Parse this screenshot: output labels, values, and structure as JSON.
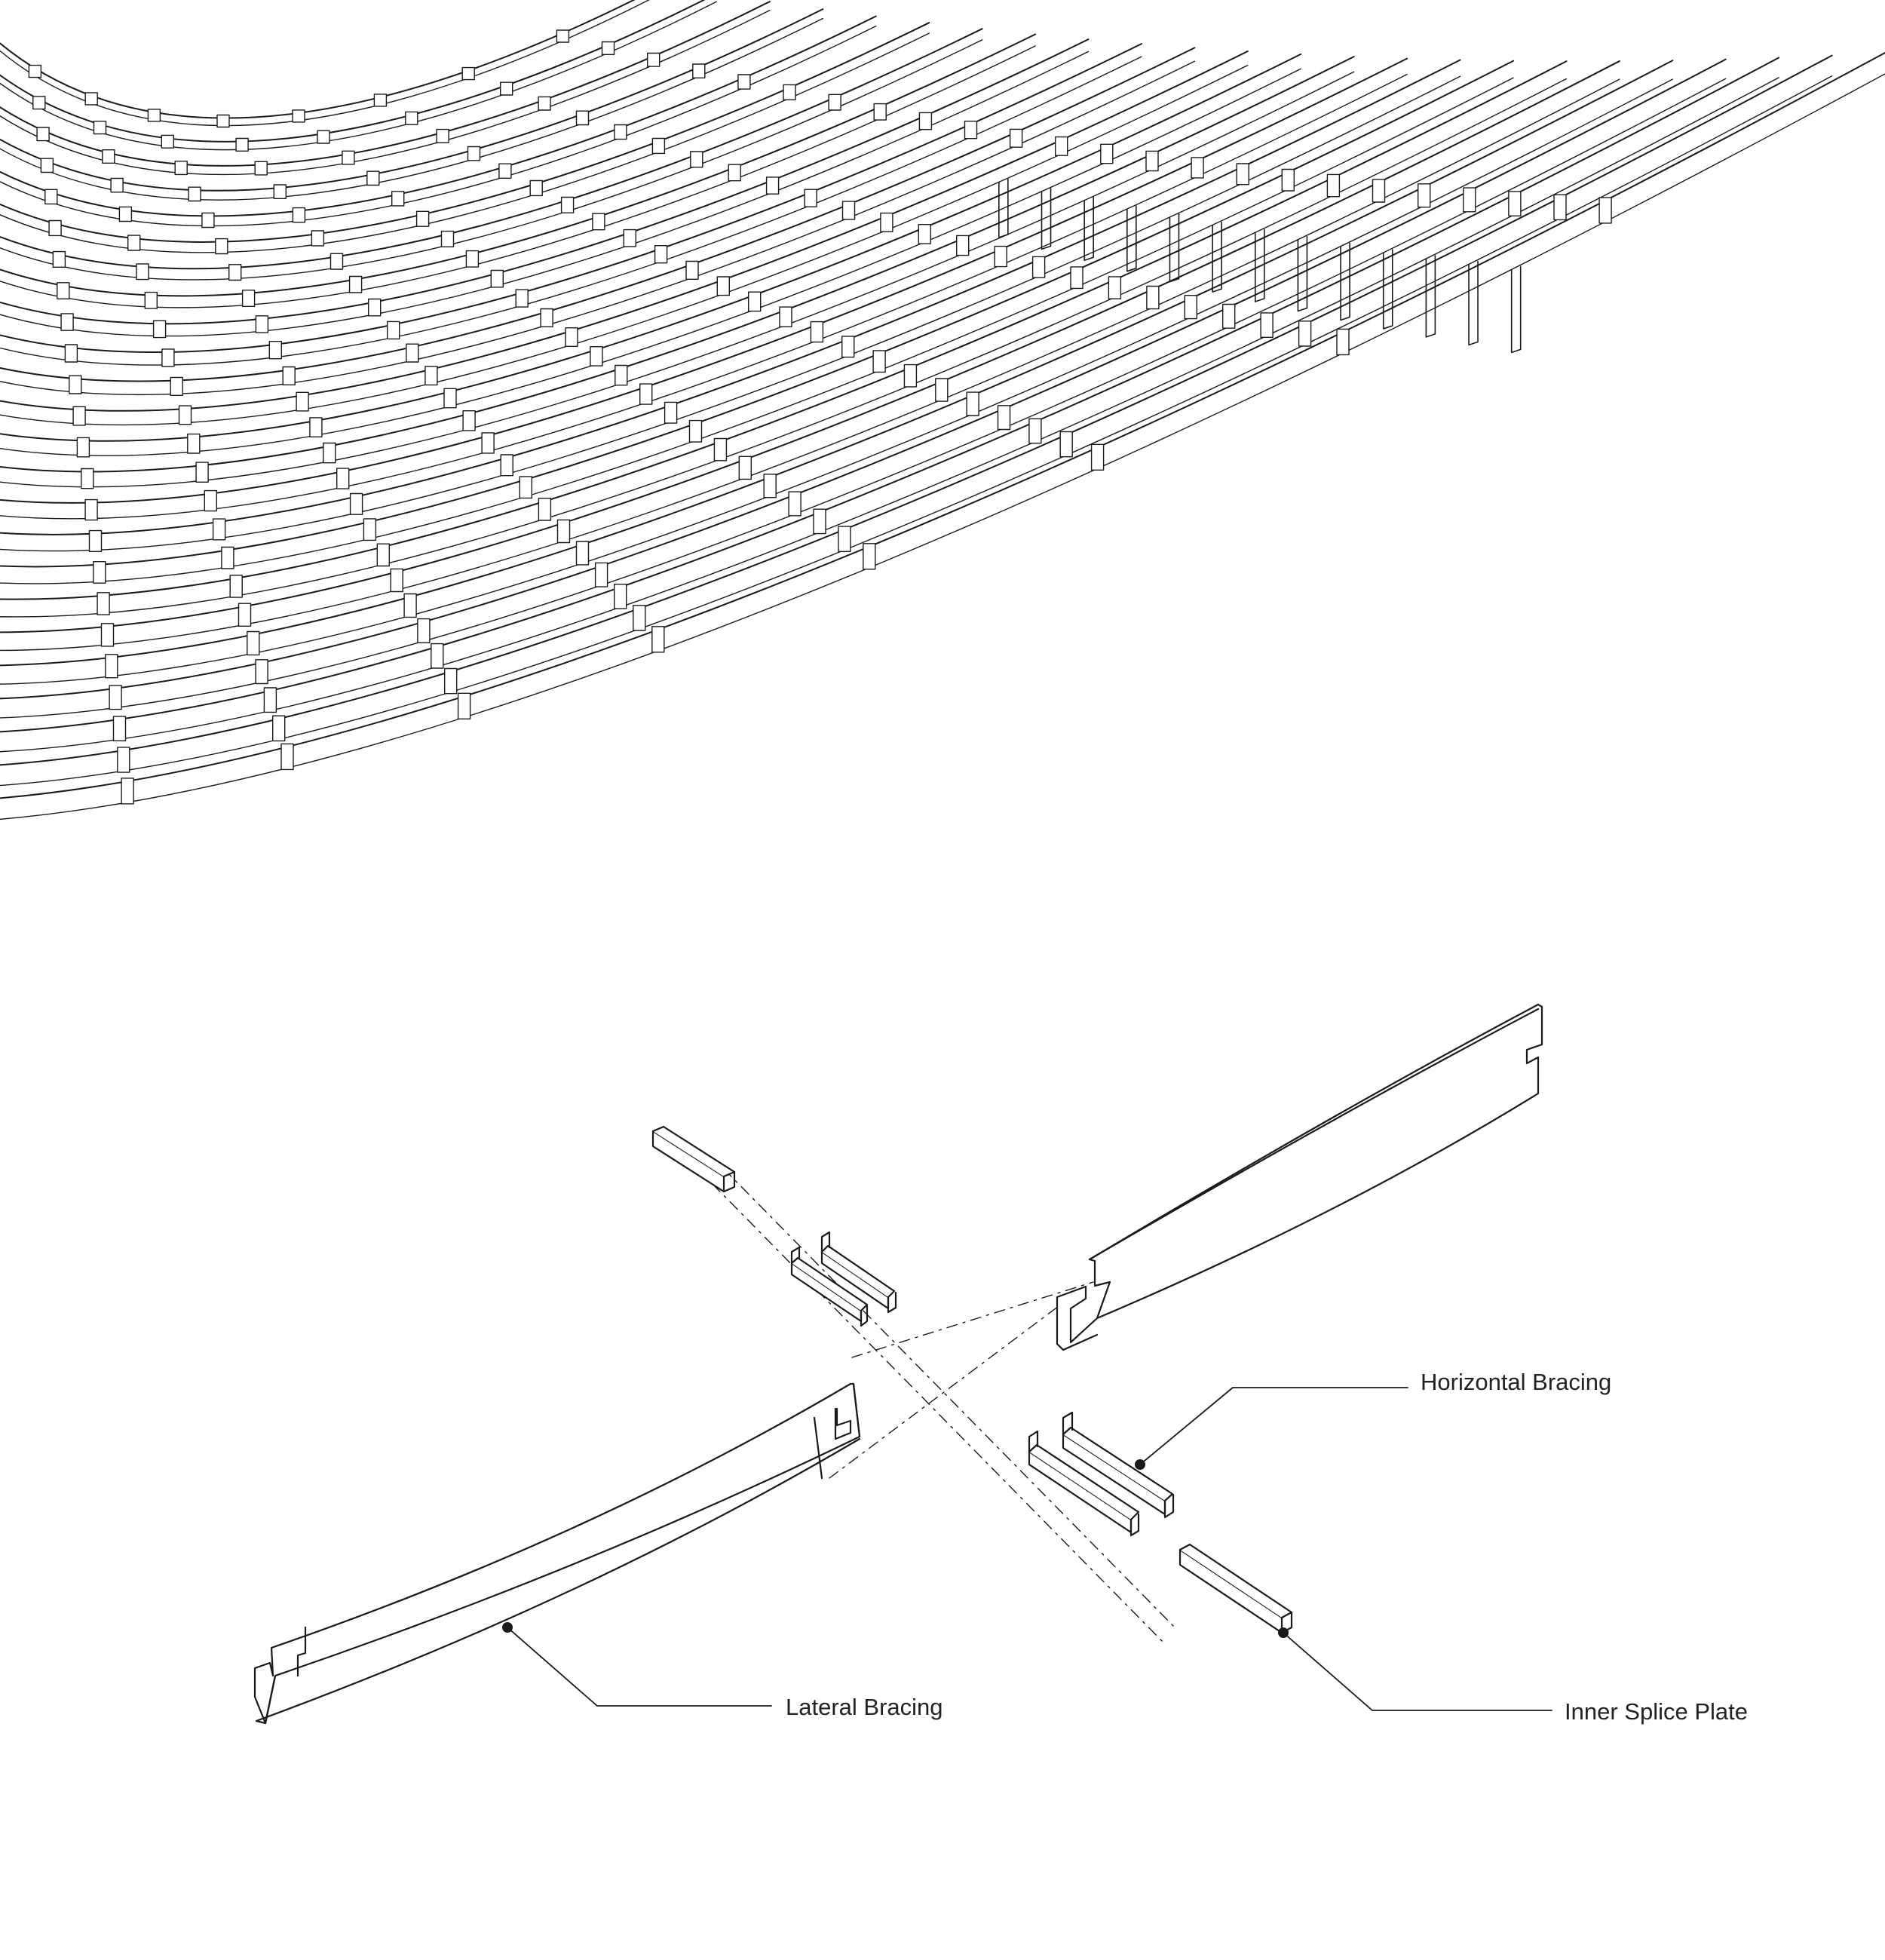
{
  "colors": {
    "line": "#1a1a1a",
    "background": "#ffffff",
    "label": "#222222"
  },
  "labels": {
    "horizontal_bracing": "Horizontal Bracing",
    "lateral_bracing": "Lateral Bracing",
    "inner_splice_plate": "Inner Splice Plate"
  }
}
